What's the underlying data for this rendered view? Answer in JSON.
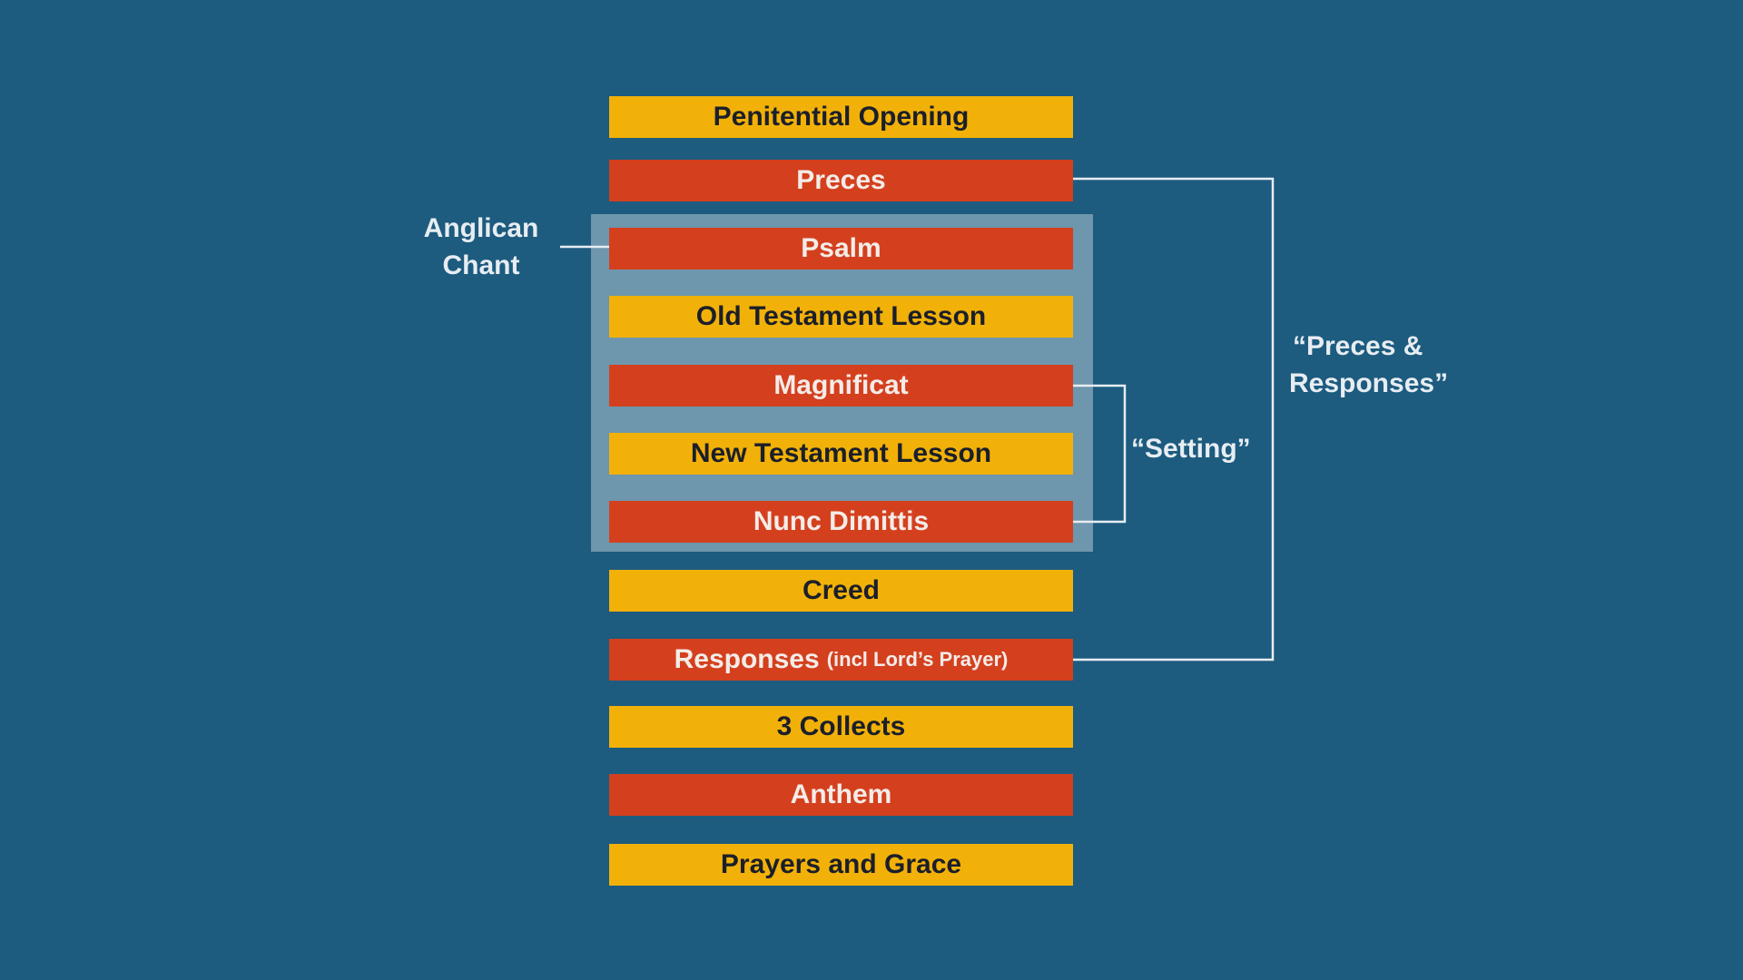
{
  "colors": {
    "background": "#1d5b7f",
    "group_box": "#6e96ad",
    "yellow": "#f2b109",
    "red": "#d4401e",
    "connector": "#e7edf2"
  },
  "items": [
    {
      "label": "Penitential Opening",
      "color": "yellow"
    },
    {
      "label": "Preces",
      "color": "red"
    },
    {
      "label": "Psalm",
      "color": "red"
    },
    {
      "label": "Old Testament Lesson",
      "color": "yellow"
    },
    {
      "label": "Magnificat",
      "color": "red"
    },
    {
      "label": "New Testament Lesson",
      "color": "yellow"
    },
    {
      "label": "Nunc Dimittis",
      "color": "red"
    },
    {
      "label": "Creed",
      "color": "yellow"
    },
    {
      "label": "Responses",
      "note": "(incl Lord’s Prayer)",
      "color": "red"
    },
    {
      "label": "3 Collects",
      "color": "yellow"
    },
    {
      "label": "Anthem",
      "color": "red"
    },
    {
      "label": "Prayers and Grace",
      "color": "yellow"
    }
  ],
  "annotations": {
    "anglican_chant": [
      "Anglican",
      "Chant"
    ],
    "setting": "“Setting”",
    "preces_responses": [
      "“Preces &",
      "Responses”"
    ]
  }
}
